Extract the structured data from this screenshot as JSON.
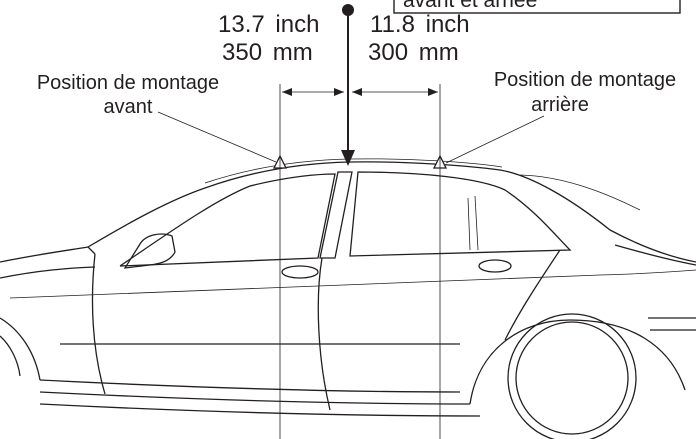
{
  "diagram": {
    "front_offset": {
      "inch_value": "13.7",
      "inch_unit": "inch",
      "mm_value": "350",
      "mm_unit": "mm"
    },
    "rear_offset": {
      "inch_value": "11.8",
      "inch_unit": "inch",
      "mm_value": "300",
      "mm_unit": "mm"
    },
    "front_mount": {
      "line1": "Position de montage",
      "line2": "avant"
    },
    "rear_mount": {
      "line1": "Position de montage",
      "line2": "arrière"
    },
    "top_box_text": "avant et arrièe",
    "colors": {
      "ink": "#231f20",
      "background": "#ffffff"
    }
  }
}
